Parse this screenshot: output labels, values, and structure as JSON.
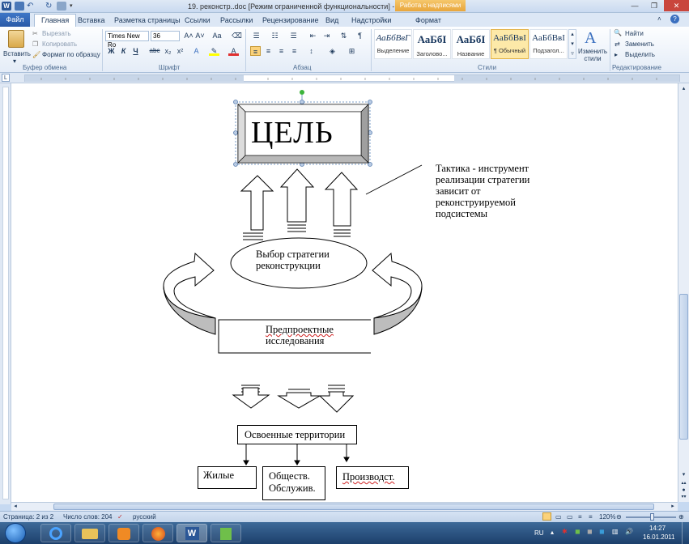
{
  "window": {
    "title": "19. реконстр..doc [Режим ограниченной функциональности]  -  Microsoft Word",
    "context_tab": "Работа с надписями"
  },
  "tabs": [
    {
      "label": "Файл"
    },
    {
      "label": "Главная"
    },
    {
      "label": "Вставка"
    },
    {
      "label": "Разметка страницы"
    },
    {
      "label": "Ссылки"
    },
    {
      "label": "Рассылки"
    },
    {
      "label": "Рецензирование"
    },
    {
      "label": "Вид"
    },
    {
      "label": "Надстройки"
    },
    {
      "label": "Формат"
    }
  ],
  "ribbon": {
    "clipboard": {
      "paste": "Вставить",
      "cut": "Вырезать",
      "copy": "Копировать",
      "format_painter": "Формат по образцу",
      "group": "Буфер обмена"
    },
    "font": {
      "name": "Times New Ro",
      "size": "36",
      "bold": "Ж",
      "italic": "К",
      "underline": "Ч",
      "strike": "abc",
      "subscript": "x₂",
      "superscript": "x²",
      "grow": "A˄",
      "shrink": "A˅",
      "case": "Aa",
      "group": "Шрифт"
    },
    "paragraph": {
      "group": "Абзац"
    },
    "styles": {
      "items": [
        {
          "sample": "АаБбВвГ",
          "name": "Выделение"
        },
        {
          "sample": "АаБбІ",
          "name": "Заголово..."
        },
        {
          "sample": "АаБбІ",
          "name": "Название"
        },
        {
          "sample": "АаБбВвІ",
          "name": "¶ Обычный"
        },
        {
          "sample": "АаБбВвІ",
          "name": "Подзагол..."
        }
      ],
      "change": "Изменить стили",
      "group": "Стили"
    },
    "editing": {
      "find": "Найти",
      "replace": "Заменить",
      "select": "Выделить",
      "group": "Редактирование"
    }
  },
  "document": {
    "goal": "ЦЕЛЬ",
    "tactic_text": [
      "Тактика -  инструмент",
      "реализации стратегии",
      "зависит от",
      "реконструируемой",
      "подсистемы"
    ],
    "strategy_text": [
      "Выбор стратегии",
      "реконструкции"
    ],
    "preproject_text": [
      "Предпроектные",
      "исследования"
    ],
    "territories": "Освоенные территории",
    "living": "Жилые",
    "public": [
      "Обществ.",
      "Обслужив."
    ],
    "industrial": "Производст."
  },
  "status": {
    "page": "Страница: 2 из 2",
    "words": "Число слов: 204",
    "language": "русский",
    "zoom": "120%"
  },
  "tray": {
    "lang": "RU",
    "time": "14:27",
    "date": "16.01.2011"
  }
}
